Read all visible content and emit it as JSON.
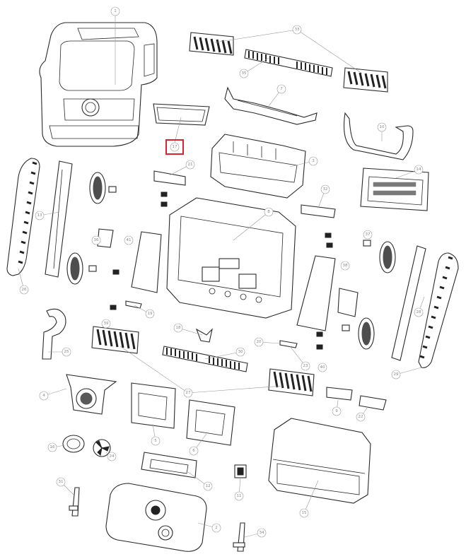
{
  "diagram": {
    "highlight_color": "#d9232e",
    "highlighted_callout": "17",
    "callouts": [
      {
        "id": "c1",
        "label": "1"
      },
      {
        "id": "c2",
        "label": "2"
      },
      {
        "id": "c3",
        "label": "3"
      },
      {
        "id": "c4",
        "label": "4"
      },
      {
        "id": "c5",
        "label": "5"
      },
      {
        "id": "c6",
        "label": "6"
      },
      {
        "id": "c7",
        "label": "7"
      },
      {
        "id": "c8",
        "label": "8"
      },
      {
        "id": "c9",
        "label": "9"
      },
      {
        "id": "c10",
        "label": "10"
      },
      {
        "id": "c11",
        "label": "11"
      },
      {
        "id": "c12",
        "label": "12"
      },
      {
        "id": "c13",
        "label": "13"
      },
      {
        "id": "c14",
        "label": "14"
      },
      {
        "id": "c15",
        "label": "15"
      },
      {
        "id": "c16",
        "label": "16"
      },
      {
        "id": "c18",
        "label": "18"
      },
      {
        "id": "c19",
        "label": "19"
      },
      {
        "id": "c20",
        "label": "20"
      },
      {
        "id": "c21",
        "label": "21"
      },
      {
        "id": "c22",
        "label": "22"
      },
      {
        "id": "c23",
        "label": "23"
      },
      {
        "id": "c24",
        "label": "24"
      },
      {
        "id": "c25",
        "label": "25"
      },
      {
        "id": "c26",
        "label": "26"
      },
      {
        "id": "c27",
        "label": "27"
      },
      {
        "id": "c28",
        "label": "28"
      },
      {
        "id": "c29",
        "label": "29"
      },
      {
        "id": "c30",
        "label": "30"
      },
      {
        "id": "c31",
        "label": "31"
      },
      {
        "id": "c32",
        "label": "32"
      },
      {
        "id": "c33",
        "label": "33"
      },
      {
        "id": "c34",
        "label": "34"
      },
      {
        "id": "c35",
        "label": "35"
      },
      {
        "id": "c36",
        "label": "36"
      },
      {
        "id": "c37",
        "label": "37"
      },
      {
        "id": "c38",
        "label": "38"
      },
      {
        "id": "c39",
        "label": "39"
      },
      {
        "id": "c40",
        "label": "40"
      },
      {
        "id": "c41",
        "label": "41"
      }
    ]
  }
}
